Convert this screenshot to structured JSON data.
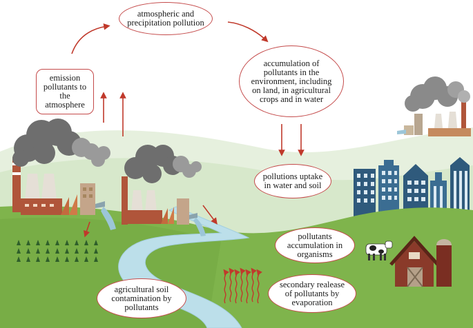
{
  "labels": {
    "emission": "emission pollutants to the atmosphere",
    "atmospheric": "atmospheric and precipitation pollution",
    "accumulation_env": "accumulation of pollutants in the environment, including on land, in agricultural crops and in water",
    "uptake": "pollutions uptake in water and soil",
    "organisms": "pollutants accumulation in organisms",
    "secondary": "secondary realease of pollutants by evaporation",
    "soil": "agricultural soil contamination by pollutants"
  },
  "colors": {
    "arrow": "#c0392b",
    "bubble_border": "#c44a4a",
    "hill_back": "#dcebd2",
    "ground_green": "#7fb44c",
    "river": "#bcdfea",
    "building": "#2f5a7c",
    "smoke": "#7a7a7a",
    "brick": "#b0553a"
  },
  "icons": [
    "factory-icon",
    "smoke-cloud-icon",
    "city-buildings-icon",
    "cow-icon",
    "barn-icon",
    "silo-icon",
    "crop-field-icon",
    "river-icon",
    "evaporation-icon"
  ]
}
